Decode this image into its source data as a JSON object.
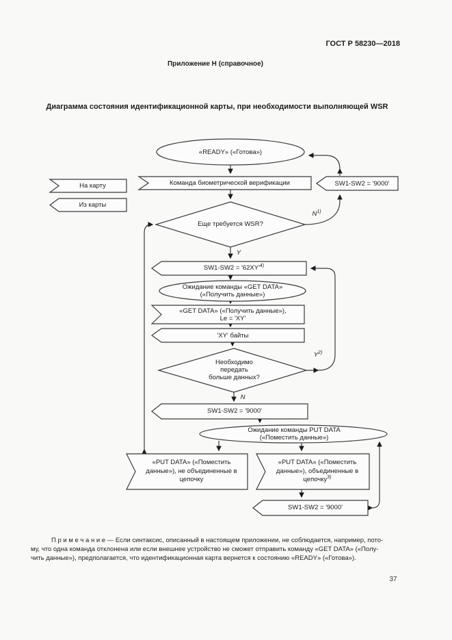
{
  "page": {
    "doc_number": "ГОСТ Р 58230—2018",
    "annex": {
      "line1": "Приложение Н",
      "line2": "(справочное)"
    },
    "title": {
      "line1": "Диаграмма состояния идентификационной карты, при необходимости",
      "line2": "выполняющей WSR"
    },
    "note": {
      "line1": "П р и м е ч а н и е  — Если синтаксис, описанный в настоящем приложении, не соблюдается, например, пото-",
      "line2": "му, что одна команда отклонена или если внешнее устройство не сможет отправить команду «GET DATA» («Полу-",
      "line3": "чить данные»), предполагается, что идентификационная карта вернется к состоянию «READY» («Готова»)."
    },
    "page_number": "37"
  },
  "legend": {
    "to_card": "На карту",
    "from_card": "Из карты"
  },
  "diagram": {
    "ready": "«READY» («Готова»)",
    "cmd_verify": "Команда биометрической верификации",
    "sw_9000": "SW1-SW2 = '9000'",
    "d1_question": "Еще требуется WSR?",
    "label_y": "Y",
    "label_n": "N",
    "sup_1": "1)",
    "sup_2": "2)",
    "sup_3": "3)",
    "sup_4": "4)",
    "sw_62xy": "SW1-SW2 = '62XY'",
    "wait_get": {
      "line1": "Ожидание команды «GET DATA»",
      "line2": "(«Получить данные»)"
    },
    "get_cmd": {
      "line1": "«GET DATA» («Получить данные»),",
      "line2": "Le = 'XY'"
    },
    "xy_bytes": "'XY' байты",
    "d2": {
      "line1": "Необходимо",
      "line2": "передать",
      "line3": "больше данных?"
    },
    "wait_put": {
      "line1": "Ожидание команды PUT DATA",
      "line2": "(«Поместить данные»)"
    },
    "put_left": {
      "line1": "«PUT DATA» («Поместить",
      "line2": "данные»), не объединенные в",
      "line3": "цепочку"
    },
    "put_mid": {
      "line1": "«PUT DATA» («Поместить",
      "line2": "данные»), объединенные в",
      "line3": "цепочку"
    }
  }
}
